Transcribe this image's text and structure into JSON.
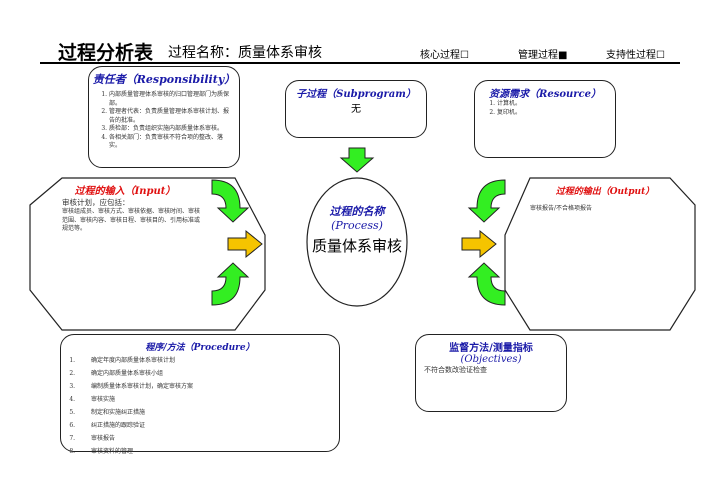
{
  "header": {
    "title": "过程分析表",
    "process_name": "过程名称：质量体系审核",
    "options": [
      "核心过程☐",
      "管理过程■",
      "支持性过程☐"
    ]
  },
  "responsibility": {
    "title": "责任者（Responsibility）",
    "items": [
      "内部质量管理体系审核的归口管理部门为质保部。",
      "管理者代表：负责质量管理体系审核计划、报告的批准。",
      "质检部：负责组织实施内部质量体系审核。",
      "各相关部门：负责审核不符合项的整改、落实。"
    ]
  },
  "subprogram": {
    "title": "子过程（Subprogram）",
    "value": "无"
  },
  "resource": {
    "title": "资源需求（Resource）",
    "items": [
      "计算机。",
      "复印机。"
    ]
  },
  "input": {
    "title": "过程的输入（Input）",
    "lead": "审核计划，应包括：",
    "text": "审核组成员、审核方式、审核依据、审核时间、审核范围、审核内容、审核日程、审核目的、引用标准或规范等。"
  },
  "process": {
    "title": "过程的名称",
    "subtitle": "(Process)",
    "name": "质量体系审核"
  },
  "output": {
    "title": "过程的输出（Output）",
    "text": "审核报告/不合格项报告"
  },
  "procedure": {
    "title": "程序/方法（Procedure）",
    "items": [
      "确定年度内部质量体系审核计划",
      "确定内部质量体系审核小组",
      "编制质量体系审核计划，确定审核方案",
      "审核实施",
      "制定和实施纠正措施",
      "纠正措施的跟踪验证",
      "审核报告",
      "审核资料的管理"
    ]
  },
  "objectives": {
    "title": "监督方法/测量指标",
    "subtitle": "(Objectives)",
    "text": "不符合数改验证检查"
  }
}
